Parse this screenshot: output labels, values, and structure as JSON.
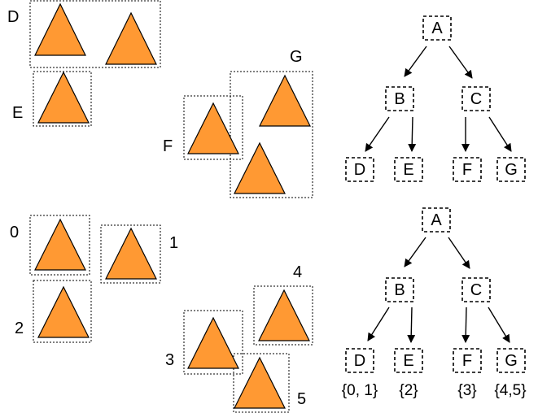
{
  "colors": {
    "triangle_fill": "#ff9933",
    "stroke": "#000000",
    "background": "#ffffff"
  },
  "top_scene": {
    "labels": {
      "D": "D",
      "E": "E",
      "F": "F",
      "G": "G"
    }
  },
  "top_tree": {
    "nodes": {
      "A": "A",
      "B": "B",
      "C": "C",
      "D": "D",
      "E": "E",
      "F": "F",
      "G": "G"
    },
    "edges": [
      [
        "A",
        "B"
      ],
      [
        "A",
        "C"
      ],
      [
        "B",
        "D"
      ],
      [
        "B",
        "E"
      ],
      [
        "C",
        "F"
      ],
      [
        "C",
        "G"
      ]
    ]
  },
  "bottom_scene": {
    "labels": {
      "0": "0",
      "1": "1",
      "2": "2",
      "3": "3",
      "4": "4",
      "5": "5"
    }
  },
  "bottom_tree": {
    "nodes": {
      "A": "A",
      "B": "B",
      "C": "C",
      "D": "D",
      "E": "E",
      "F": "F",
      "G": "G"
    },
    "leaf_sets": {
      "D": "{0, 1}",
      "E": "{2}",
      "F": "{3}",
      "G": "{4,5}"
    }
  }
}
